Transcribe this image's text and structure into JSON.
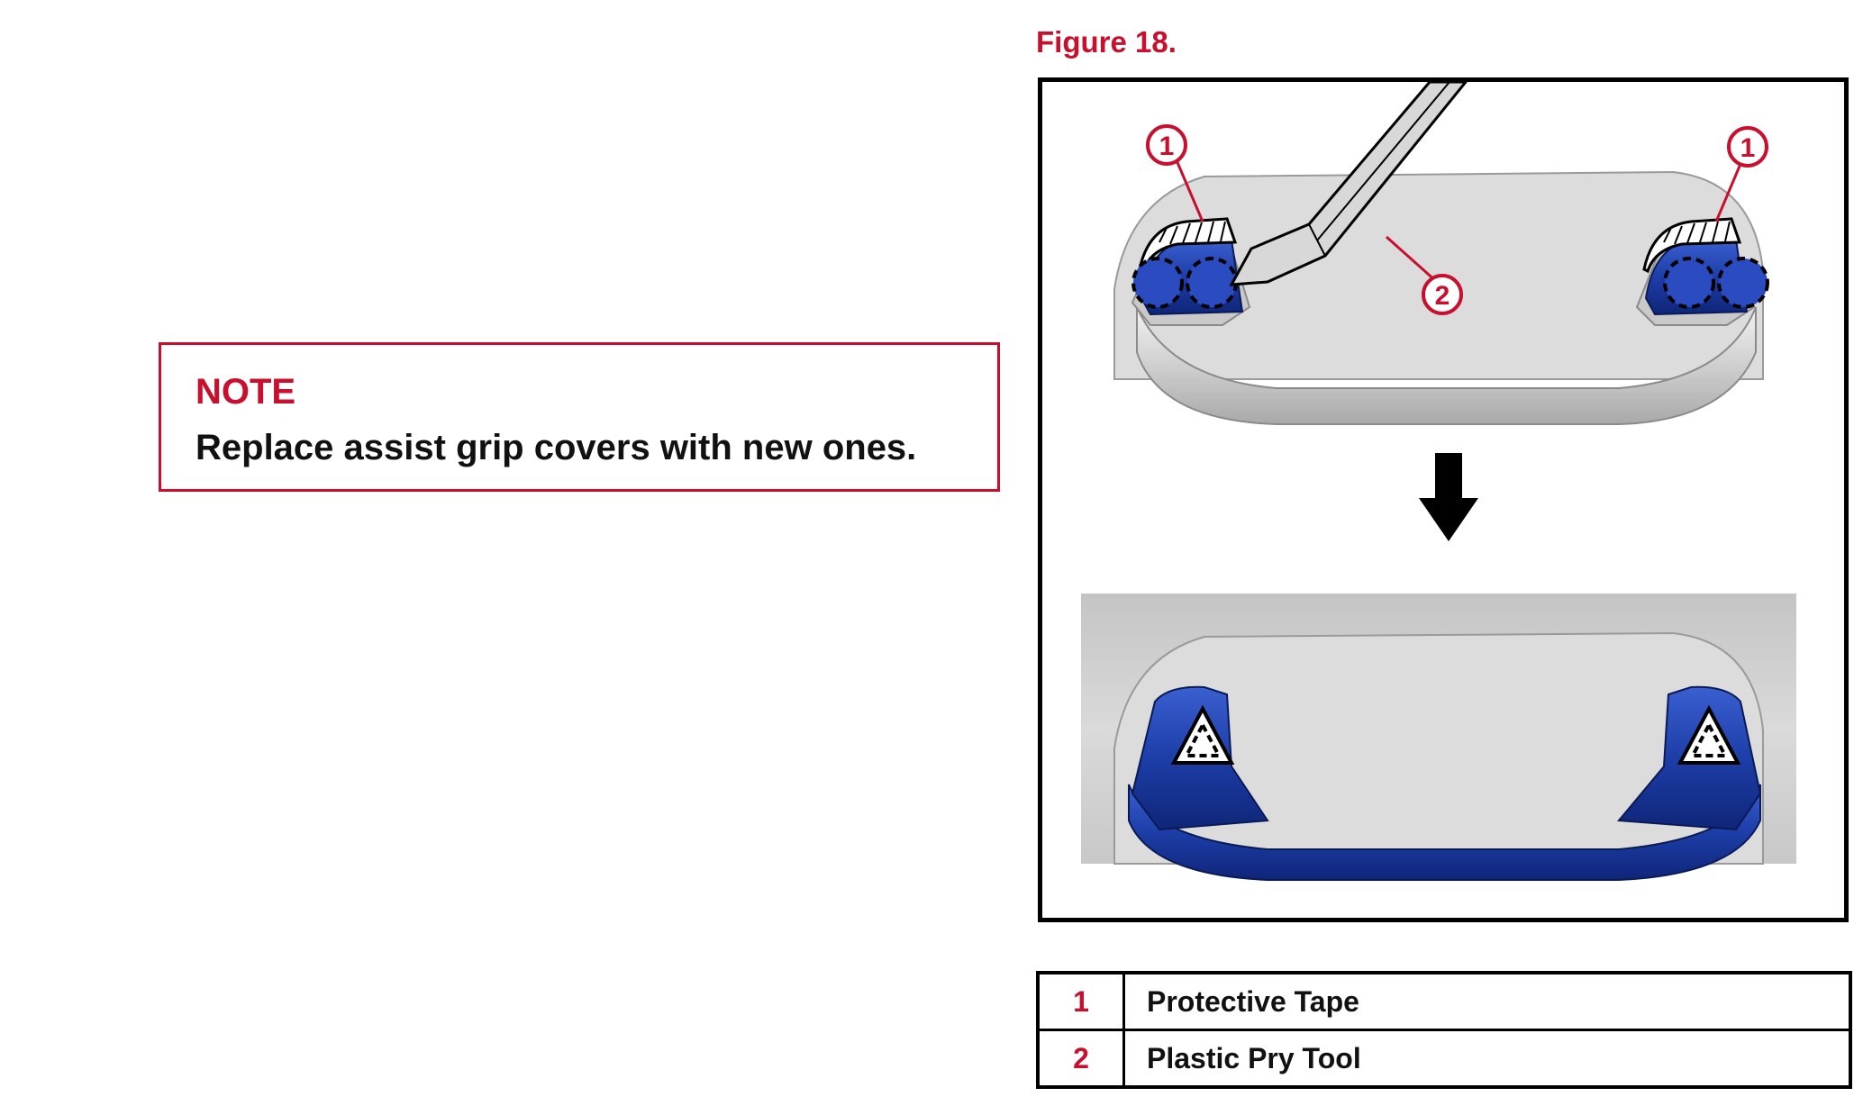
{
  "figure": {
    "title": "Figure 18.",
    "callouts": {
      "protective_tape": "1",
      "pry_tool": "2"
    }
  },
  "note": {
    "heading": "NOTE",
    "text": "Replace assist grip covers with new ones."
  },
  "legend": {
    "rows": [
      {
        "num": "1",
        "label": "Protective Tape"
      },
      {
        "num": "2",
        "label": "Plastic Pry Tool"
      }
    ]
  },
  "colors": {
    "accent_red": "#c8102e",
    "part_blue": "#1d3ea8",
    "headliner_gray": "#d2d2d2"
  }
}
